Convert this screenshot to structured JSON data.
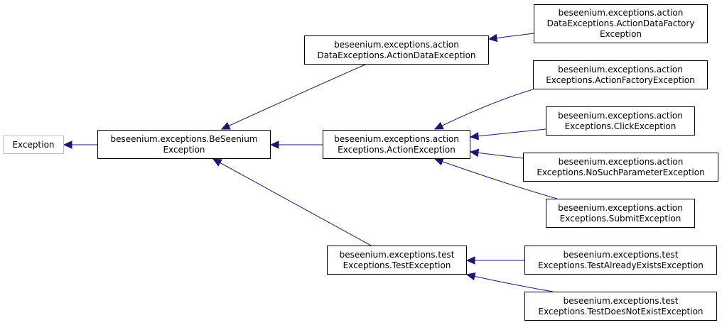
{
  "diagram": {
    "edge_color": "#191970",
    "nodes": {
      "exception": {
        "lines": [
          "Exception"
        ]
      },
      "beseenium": {
        "lines": [
          "beseenium.exceptions.BeSeenium",
          "Exception"
        ]
      },
      "action_data": {
        "lines": [
          "beseenium.exceptions.action",
          "DataExceptions.ActionDataException"
        ]
      },
      "action_data_factory": {
        "lines": [
          "beseenium.exceptions.action",
          "DataExceptions.ActionDataFactory",
          "Exception"
        ]
      },
      "action": {
        "lines": [
          "beseenium.exceptions.action",
          "Exceptions.ActionException"
        ]
      },
      "action_factory": {
        "lines": [
          "beseenium.exceptions.action",
          "Exceptions.ActionFactoryException"
        ]
      },
      "click": {
        "lines": [
          "beseenium.exceptions.action",
          "Exceptions.ClickException"
        ]
      },
      "no_such_param": {
        "lines": [
          "beseenium.exceptions.action",
          "Exceptions.NoSuchParameterException"
        ]
      },
      "submit": {
        "lines": [
          "beseenium.exceptions.action",
          "Exceptions.SubmitException"
        ]
      },
      "test": {
        "lines": [
          "beseenium.exceptions.test",
          "Exceptions.TestException"
        ]
      },
      "test_already_exists": {
        "lines": [
          "beseenium.exceptions.test",
          "Exceptions.TestAlreadyExistsException"
        ]
      },
      "test_does_not_exist": {
        "lines": [
          "beseenium.exceptions.test",
          "Exceptions.TestDoesNotExistException"
        ]
      }
    },
    "edges": [
      {
        "from": "beseenium",
        "to": "exception"
      },
      {
        "from": "action_data",
        "to": "beseenium"
      },
      {
        "from": "action",
        "to": "beseenium"
      },
      {
        "from": "test",
        "to": "beseenium"
      },
      {
        "from": "action_data_factory",
        "to": "action_data"
      },
      {
        "from": "action_factory",
        "to": "action"
      },
      {
        "from": "click",
        "to": "action"
      },
      {
        "from": "no_such_param",
        "to": "action"
      },
      {
        "from": "submit",
        "to": "action"
      },
      {
        "from": "test_already_exists",
        "to": "test"
      },
      {
        "from": "test_does_not_exist",
        "to": "test"
      }
    ]
  }
}
